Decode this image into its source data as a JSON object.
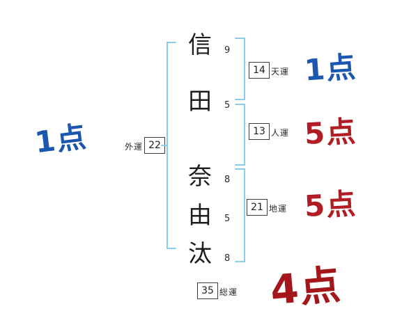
{
  "name_chars": [
    {
      "char": "信",
      "strokes": "9"
    },
    {
      "char": "田",
      "strokes": "5"
    },
    {
      "char": "奈",
      "strokes": "8"
    },
    {
      "char": "由",
      "strokes": "5"
    },
    {
      "char": "汰",
      "strokes": "8"
    }
  ],
  "fortunes": {
    "outer": {
      "label": "外運",
      "value": "22",
      "score": "1点"
    },
    "heaven": {
      "label": "天運",
      "value": "14",
      "score": "1点"
    },
    "person": {
      "label": "人運",
      "value": "13",
      "score": "5点"
    },
    "earth": {
      "label": "地運",
      "value": "21",
      "score": "5点"
    },
    "total": {
      "label": "総運",
      "value": "35",
      "score": "4点"
    }
  },
  "colors": {
    "score_blue": "#1b56b0",
    "score_red": "#b01e24",
    "score_dark_red": "#a5161b",
    "bracket_blue": "#8ccdec"
  }
}
